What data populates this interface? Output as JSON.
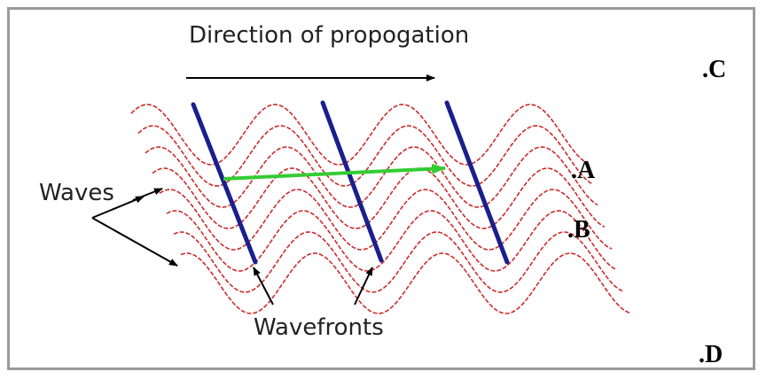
{
  "labels": {
    "direction": "Direction of propogation",
    "waves": "Waves",
    "wavefronts": "Wavefronts",
    "point_a": ".A",
    "point_b": ".B",
    "point_c": ".C",
    "point_d": ".D"
  },
  "colors": {
    "wave": "#cc2a2a",
    "wavefront": "#1a1f8c",
    "propagation_arrow": "#33cc33",
    "annotation_arrow": "#000000",
    "frame_border": "#9a9a9a"
  },
  "waves": {
    "count": 8
  },
  "wavefronts": {
    "count": 3
  }
}
